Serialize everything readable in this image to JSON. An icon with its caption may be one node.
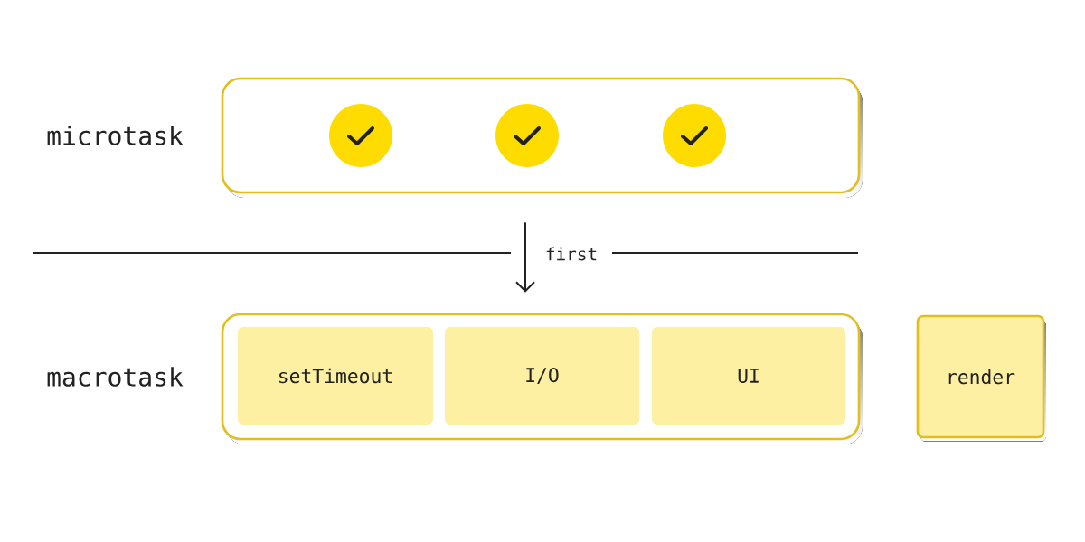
{
  "diagram": {
    "nodes": [
      {
        "text": [
          "microtask"
        ]
      },
      {
        "text": [],
        "shape": "circle",
        "in": 0
      },
      {
        "text": [],
        "shape": "circle",
        "in": 0
      },
      {
        "text": [],
        "shape": "circle",
        "in": 0
      },
      {
        "text": [
          "macrotask"
        ]
      },
      {
        "text": [
          "setTimeout"
        ],
        "in": 4
      },
      {
        "text": [
          "I/O"
        ],
        "in": 4
      },
      {
        "text": [
          "UI"
        ],
        "in": 4
      },
      {
        "text": [
          "render"
        ]
      }
    ],
    "edges": [
      {
        "from": 0,
        "to": 4,
        "arrow": "to",
        "label": "first"
      }
    ]
  }
}
